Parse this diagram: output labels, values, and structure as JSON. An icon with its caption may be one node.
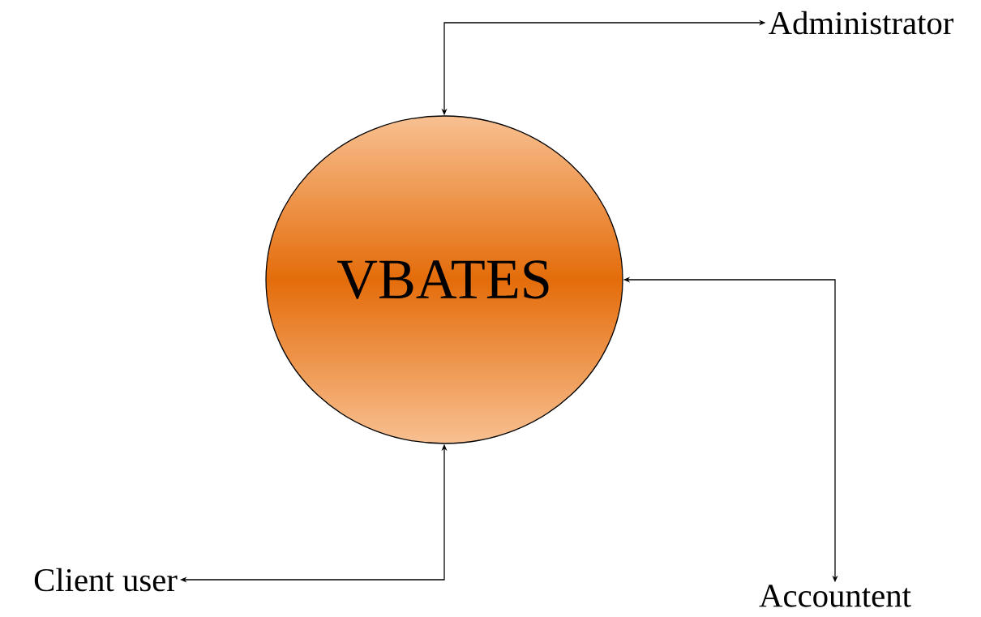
{
  "diagram": {
    "nodes": [
      {
        "text": [
          "VBATES"
        ]
      },
      {
        "text": [
          "Administrator"
        ]
      },
      {
        "text": [
          "Accountent"
        ]
      },
      {
        "text": [
          "Client user"
        ]
      }
    ],
    "edges": [
      {
        "from": 0,
        "to": 1,
        "arrow": "both"
      },
      {
        "from": 0,
        "to": 2,
        "arrow": "both"
      },
      {
        "from": 0,
        "to": 3,
        "arrow": "both"
      }
    ]
  }
}
